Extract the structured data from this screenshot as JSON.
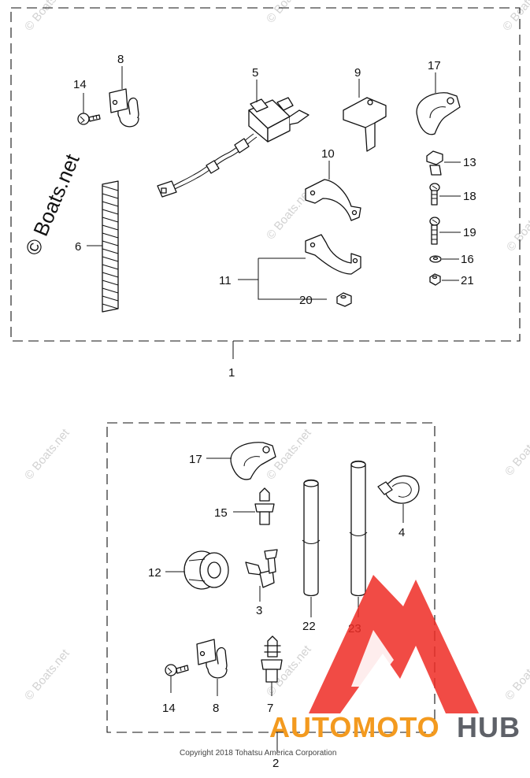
{
  "watermark": {
    "main_text": "© Boats.net",
    "faint_text": "© Boats.net"
  },
  "group_1": {
    "label": "1",
    "parts": {
      "p14": "14",
      "p8": "8",
      "p5": "5",
      "p9": "9",
      "p17": "17",
      "p13": "13",
      "p10": "10",
      "p18": "18",
      "p6": "6",
      "p19": "19",
      "p16": "16",
      "p11": "11",
      "p21": "21",
      "p20": "20"
    }
  },
  "group_2": {
    "label": "2",
    "parts": {
      "p17": "17",
      "p15": "15",
      "p4": "4",
      "p12": "12",
      "p3": "3",
      "p22": "22",
      "p23": "23",
      "p14": "14",
      "p8": "8",
      "p7": "7"
    }
  },
  "copyright": "Copyright 2018 Tohatsu America Corporation",
  "brand": {
    "name": "AUTOMOTOHUB",
    "part_orange": "AUTOMOTO",
    "part_gray": "HUB",
    "color_red": "#ee2b24",
    "color_orange": "#f39a1f",
    "color_gray": "#5e6168"
  }
}
